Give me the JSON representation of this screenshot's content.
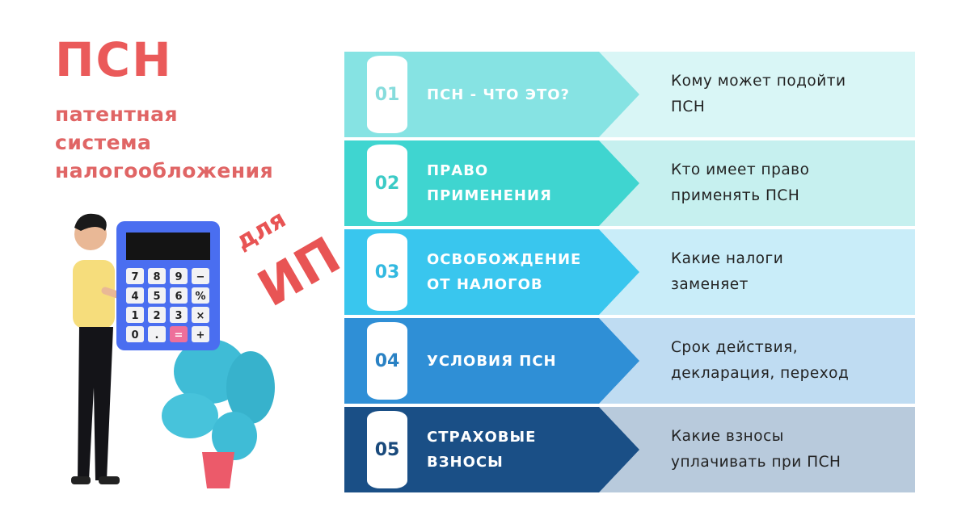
{
  "header": {
    "title": "ПСН",
    "subtitle": "патентная\nсистема\nналогообложения",
    "for": "для",
    "target": "ИП"
  },
  "calculator": {
    "keys": [
      "7",
      "8",
      "9",
      "−",
      "4",
      "5",
      "6",
      "%",
      "1",
      "2",
      "3",
      "×",
      "0",
      ".",
      "=",
      "+"
    ]
  },
  "rows": [
    {
      "num": "01",
      "label": "ПСН - ЧТО ЭТО?",
      "desc": "Кому может подойти\nПСН",
      "color": "#86e3e3",
      "light": "#d9f6f6",
      "numColor": "#86dcdc"
    },
    {
      "num": "02",
      "label": "ПРАВО\nПРИМЕНЕНИЯ",
      "desc": "Кто имеет право\nприменять ПСН",
      "color": "#3fd5d0",
      "light": "#c6f0ef",
      "numColor": "#3ccbc6"
    },
    {
      "num": "03",
      "label": "ОСВОБОЖДЕНИЕ\nОТ НАЛОГОВ",
      "desc": "Какие налоги\nзаменяет",
      "color": "#39c6ee",
      "light": "#c9edf9",
      "numColor": "#33b9e0"
    },
    {
      "num": "04",
      "label": "УСЛОВИЯ ПСН",
      "desc": "Срок действия,\nдекларация, переход",
      "color": "#2f8fd6",
      "light": "#bfdcf2",
      "numColor": "#2a82c4"
    },
    {
      "num": "05",
      "label": "СТРАХОВЫЕ\nВЗНОСЫ",
      "desc": "Какие взносы\nуплачивать при ПСН",
      "color": "#1a4f86",
      "light": "#b8cadc",
      "numColor": "#1a4a7c"
    }
  ]
}
